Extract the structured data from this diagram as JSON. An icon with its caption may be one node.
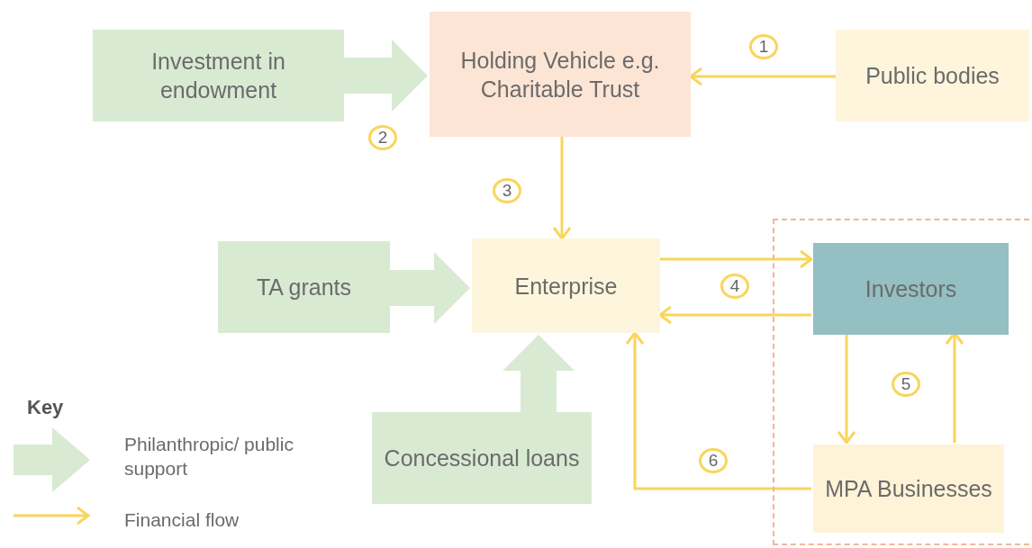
{
  "diagram": {
    "nodes": [
      {
        "text": [
          "Investment in endowment"
        ]
      },
      {
        "text": [
          "Holding Vehicle e.g. Charitable Trust"
        ]
      },
      {
        "text": [
          "Public bodies"
        ]
      },
      {
        "text": [
          "TA grants"
        ]
      },
      {
        "text": [
          "Enterprise"
        ]
      },
      {
        "text": [],
        "shape": "box"
      },
      {
        "text": [
          "Investors"
        ],
        "in": 5
      },
      {
        "text": [
          "Concessional loans"
        ]
      },
      {
        "text": [
          "MPA Businesses"
        ],
        "in": 5
      }
    ],
    "edges": [
      {
        "from": 0,
        "to": 1,
        "arrow": "to",
        "style": "thick",
        "color": "#d9ead3"
      },
      {
        "from": 2,
        "to": 1,
        "arrow": "to"
      },
      {
        "from": 1,
        "to": 4,
        "arrow": "to"
      },
      {
        "from": 3,
        "to": 4,
        "arrow": "to",
        "style": "thick",
        "color": "#d9ead3"
      },
      {
        "from": 4,
        "to": 6,
        "arrow": "to"
      },
      {
        "from": 6,
        "to": 4,
        "arrow": "to"
      },
      {
        "from": 6,
        "to": 8,
        "arrow": "to"
      },
      {
        "from": 8,
        "to": 6,
        "arrow": "to"
      },
      {
        "from": 8,
        "to": 4,
        "arrow": "to"
      },
      {
        "from": 7,
        "to": 4,
        "arrow": "to",
        "style": "thick",
        "color": "#d9ead3"
      }
    ],
    "labels": [
      "1",
      "2",
      "3",
      "4",
      "5",
      "6",
      "Key"
    ],
    "legend": [
      {
        "text": "Philanthropic/ public support"
      },
      {
        "text": "Financial flow"
      }
    ]
  }
}
